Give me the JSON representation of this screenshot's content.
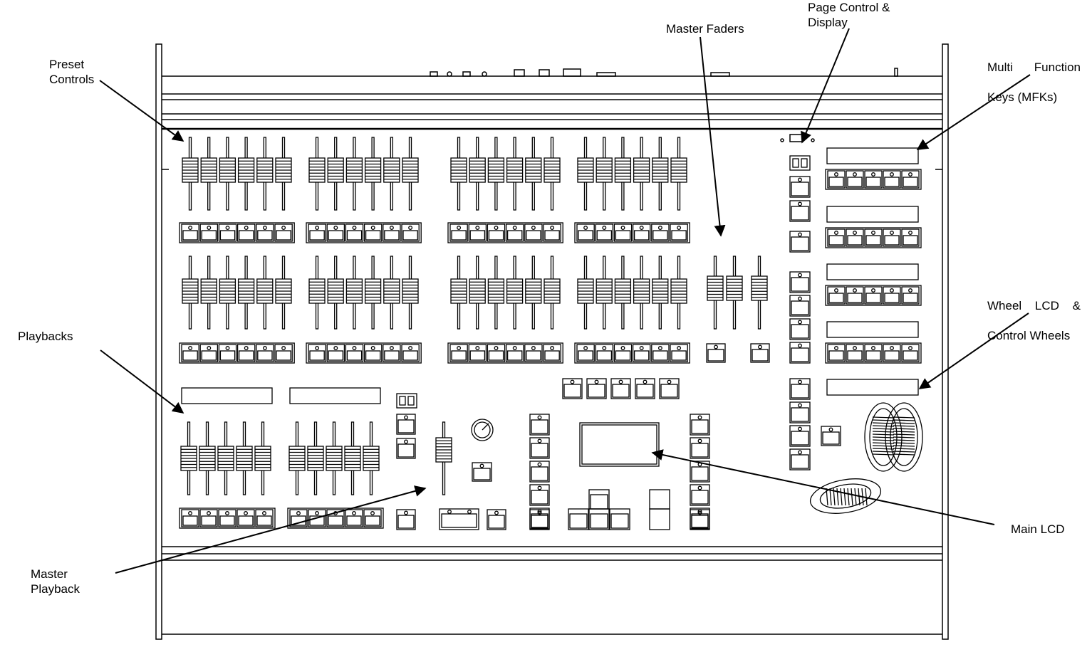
{
  "labels": {
    "preset_controls": "Preset\nControls",
    "playbacks": "Playbacks",
    "master_playback": "Master\nPlayback",
    "master_faders": "Master Faders",
    "page_control": "Page Control &\nDisplay",
    "mfks_line1": "Multi Function",
    "mfks_line2": "Keys (MFKs)",
    "wheel_line1": "Wheel LCD &",
    "wheel_line2": "Control Wheels",
    "main_lcd": "Main LCD"
  },
  "console": {
    "preset_fader_banks": 4,
    "faders_per_preset_bank": 6,
    "preset_rows": 2,
    "playback_banks": 2,
    "faders_per_playback_bank": 5,
    "master_faders": 3,
    "mfk_rows": 4,
    "keys_per_mfk_row": 5,
    "control_wheels": 2
  },
  "colors": {
    "line": "#000000",
    "background": "#ffffff"
  }
}
